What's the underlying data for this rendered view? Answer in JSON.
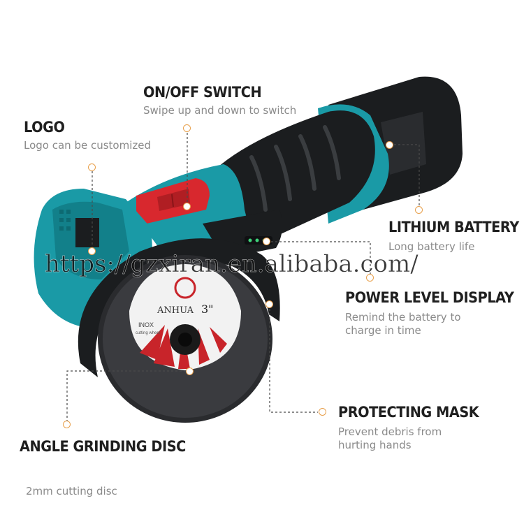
{
  "callouts": {
    "on_off_switch": {
      "title": "ON/OFF SWITCH",
      "desc": "Swipe up and down to switch"
    },
    "logo": {
      "title": "LOGO",
      "desc": "Logo can be customized"
    },
    "lithium_battery": {
      "title": "LITHIUM BATTERY",
      "desc": "Long battery life"
    },
    "power_level_display": {
      "title": "POWER LEVEL DISPLAY",
      "desc_line1": "Remind the battery to",
      "desc_line2": "charge in time"
    },
    "protecting_mask": {
      "title": "PROTECTING MASK",
      "desc_line1": "Prevent debris from",
      "desc_line2": "hurting hands"
    },
    "angle_grinding_disc": {
      "title": "ANGLE GRINDING DISC",
      "desc": "2mm cutting disc"
    }
  },
  "disc_label": {
    "brand": "ANHUA",
    "size": "3\"",
    "material": "INOX",
    "type": "cutting wheel"
  },
  "watermark": "https://gzxiran.en.alibaba.com/",
  "colors": {
    "body_teal": "#1a9aa6",
    "body_black": "#1b1d1f",
    "switch_red": "#d8282e",
    "accent_orange": "#e8a04c",
    "disc_red": "#c8242a"
  },
  "icons": [
    "product-angle-grinder-icon",
    "callout-marker-icon"
  ]
}
